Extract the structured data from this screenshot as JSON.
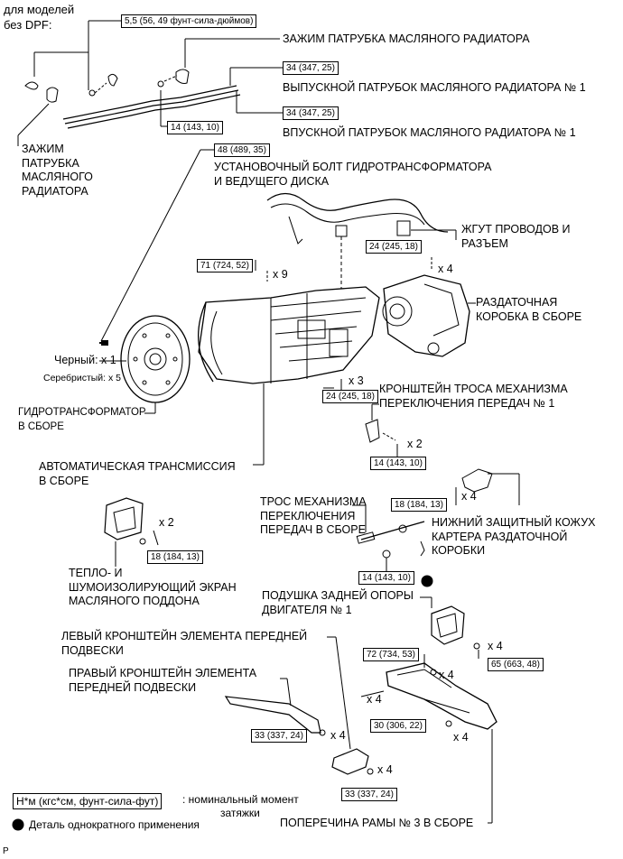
{
  "header": {
    "models_note_line1": "для моделей",
    "models_note_line2": "без DPF:"
  },
  "torques": {
    "t_5_5": "5,5 (56, 49 фунт-сила-дюймов)",
    "t_34_out": "34 (347, 25)",
    "t_34_in": "34 (347, 25)",
    "t_14_pipe": "14 (143, 10)",
    "t_48": "48 (489, 35)",
    "t_24_harness": "24 (245, 18)",
    "t_71": "71 (724, 52)",
    "t_24_bracket": "24 (245, 18)",
    "t_14_bracket": "14 (143, 10)",
    "t_18_skid": "18 (184, 13)",
    "t_18_shield": "18 (184, 13)",
    "t_14_cable": "14 (143, 10)",
    "t_72": "72 (734, 53)",
    "t_65": "65 (663, 48)",
    "t_30": "30 (306, 22)",
    "t_33_right": "33 (337, 24)",
    "t_33_left": "33 (337, 24)"
  },
  "quantities": {
    "q_x9": "x 9",
    "q_x4_harness": "x 4",
    "q_x3": "x 3",
    "q_x2_bracket": "x 2",
    "q_x4_skid": "x 4",
    "q_x2_shield": "x 2",
    "q_x4_mount_a": "x 4",
    "q_x4_mount_b": "x 4",
    "q_x4_cross_a": "x 4",
    "q_x4_cross_b": "x 4",
    "q_x4_right": "x 4",
    "q_x4_left": "x 4",
    "black_count": "Черный: x 1",
    "silver_count": "Серебристый: x 5"
  },
  "labels": {
    "cooler_clamp_top": "ЗАЖИМ ПАТРУБКА МАСЛЯНОГО РАДИАТОРА",
    "outlet_pipe": "ВЫПУСКНОЙ ПАТРУБОК МАСЛЯНОГО РАДИАТОРА № 1",
    "inlet_pipe": "ВПУСКНОЙ ПАТРУБОК МАСЛЯНОГО РАДИАТОРА № 1",
    "cooler_clamp_left": "ЗАЖИМ\nПАТРУБКА\nМАСЛЯНОГО\nРАДИАТОРА",
    "converter_bolt": "УСТАНОВОЧНЫЙ БОЛТ ГИДРОТРАНСФОРМАТОРА\nИ ВЕДУЩЕГО ДИСКА",
    "harness": "ЖГУТ ПРОВОДОВ И\nРАЗЪЕМ",
    "transfer": "РАЗДАТОЧНАЯ\nКОРОБКА В СБОРЕ",
    "torque_converter": "ГИДРОТРАНСФОРМАТОР\nВ СБОРЕ",
    "cable_bracket": "КРОНШТЕЙН ТРОСА МЕХАНИЗМА\nПЕРЕКЛЮЧЕНИЯ ПЕРЕДАЧ № 1",
    "auto_transmission": "АВТОМАТИЧЕСКАЯ ТРАНСМИССИЯ\nВ СБОРЕ",
    "shift_cable": "ТРОС МЕХАНИЗМА\nПЕРЕКЛЮЧЕНИЯ\nПЕРЕДАЧ В СБОРЕ",
    "transfer_skid": "НИЖНИЙ ЗАЩИТНЫЙ КОЖУХ\nКАРТЕРА РАЗДАТОЧНОЙ\nКОРОБКИ",
    "oil_pan_shield": "ТЕПЛО- И\nШУМОИЗОЛИРУЮЩИЙ ЭКРАН\nМАСЛЯНОГО ПОДДОНА",
    "engine_mount": "ПОДУШКА ЗАДНЕЙ ОПОРЫ\nДВИГАТЕЛЯ № 1",
    "left_bracket": "ЛЕВЫЙ КРОНШТЕЙН ЭЛЕМЕНТА ПЕРЕДНЕЙ\nПОДВЕСКИ",
    "right_bracket": "ПРАВЫЙ КРОНШТЕЙН ЭЛЕМЕНТА\nПЕРЕДНЕЙ ПОДВЕСКИ",
    "crossmember": "ПОПЕРЕЧИНА РАМЫ № 3 В СБОРЕ"
  },
  "legend": {
    "unit_box": "Н*м (кгс*см, фунт-сила-фут)",
    "unit_text_line1": ": номинальный момент",
    "unit_text_line2": "затяжки",
    "non_reusable": "Деталь однократного применения",
    "corner_mark": "P"
  }
}
